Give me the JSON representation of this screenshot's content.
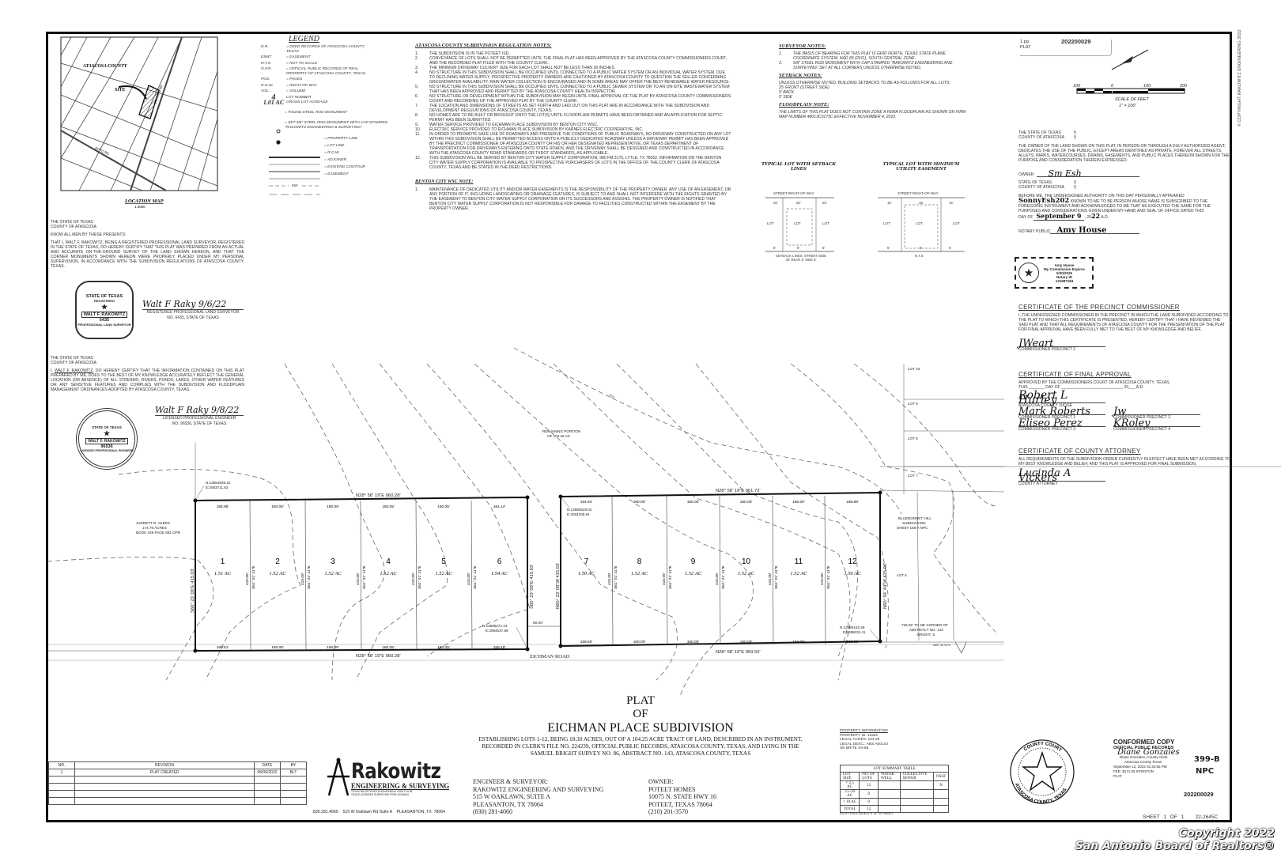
{
  "stamp_top": {
    "pages": "1 pg",
    "type": "PLAT",
    "number": "202200029"
  },
  "location_map": {
    "title": "LOCATION MAP",
    "scale": "1:2000",
    "county_label": "ATASCOSA COUNTY",
    "site_label": "SITE",
    "road_1": "EICHMAN RD",
    "road_2": "DITTO RD."
  },
  "legend": {
    "title": "LEGEND",
    "abbreviations": [
      {
        "abbr": "D.R.",
        "def": "= DEED RECORDS OF ATASCOSA COUNTY, TEXAS"
      },
      {
        "abbr": "ESMT",
        "def": "= EASEMENT"
      },
      {
        "abbr": "N.T.S.",
        "def": "= NOT TO SCALE"
      },
      {
        "abbr": "O.P.R.",
        "def": "= OFFICIAL PUBLIC RECORDS OF REAL PROPERTY OF ATASCOSA COUNTY, TEXAS"
      },
      {
        "abbr": "PGS.",
        "def": "= PAGES"
      },
      {
        "abbr": "R.O.W.",
        "def": "= RIGHT-OF-WAY"
      },
      {
        "abbr": "VOL.",
        "def": "= VOLUME"
      }
    ],
    "lot_number_sample": "4",
    "lot_number_def": "LOT NUMBER",
    "acreage_sample": "1.01 AC",
    "acreage_def": "GROSS LOT ACREAGE",
    "found_monument": "= FOUND STEEL ROD MONUMENT",
    "set_monument": "= SET 5/8\" STEEL ROD MONUMENT WITH CAP STAMPED \"RAKOWITZ ENGINEERING & SURVEYING\"",
    "lines": [
      "= PROPERTY LINE",
      "= LOT LINE",
      "= R.O.W.",
      "= ADJOINER",
      "= EXISTING CONTOUR",
      "= EASEMENT"
    ],
    "contour_sample": "650"
  },
  "regulation_notes": {
    "title": "ATASCOSA COUNTY SUBDIVISION REGULATION NOTES:",
    "items": [
      "THE SUBDIVISION IS IN THE POTEET ISD.",
      "CONVEYANCE OF LOTS SHALL NOT BE PERMITTED UNTIL THE FINAL PLAT HAS BEEN APPROVED BY THE ATASCOSA COUNTY COMMISSIONERS COURT, AND THE RECORDED PLAT FILED WITH THE COUNTY CLERK.",
      "THE MINIMUM DRIVEWAY CULVERT SIZE FOR EACH LOT SHALL NOT BE LESS THAN 18 INCHES.",
      "NO STRUCTURE IN THIS SUBDIVISION SHALL BE OCCUPIED UNTIL CONNECTED TO A PUBLIC WATER SYSTEM OR AN INDIVIDUAL WATER SYSTEM. DUE TO DECLINING WATER SUPPLY, PROSPECTIVE PROPERTY OWNERS ARE CAUTIONED BY ATASCOSA COUNTY TO QUESTION THE SELLER CONCERNING GROUNDWATER AVAILABILITY. RAIN WATER COLLECTION IS ENCOURAGED AND IN SOME AREAS MAY OFFER THE BEST RENEWABLE WATER RESOURCE.",
      "NO STRUCTURE IN THIS SUBDIVISION SHALL BE OCCUPIED UNTIL CONNECTED TO A PUBLIC SEWER SYSTEM OR TO AN ON-SITE WASTEWATER SYSTEM THAT HAS BEEN APPROVED AND PERMITTED BY THE ATASCOSA COUNTY HEALTH INSPECTOR.",
      "NO STRUCTURE OR DEVELOPMENT WITHIN THE SUBDIVISION MAY BEGIN UNTIL FINAL APPROVAL OF THE PLAT BY ATASCOSA COUNTY COMMISSIONERS COURT AND RECORDING OF THE APPROVED PLAT BY THE COUNTY CLERK.",
      "THE LOCATION AND DIMENSIONS OF STREETS AS SET FORTH AND LAID OUT ON THIS PLAT ARE IN ACCORDANCE WITH THE SUBDIVISION AND DEVELOPMENT REGULATIONS OF ATASCOSA COUNTY, TEXAS.",
      "NO HOMES ARE TO BE BUILT OR BROUGHT ONTO THE LOT(S) UNTIL FLOODPLAIN PERMITS HAVE BEEN OBTAINED AND AN APPLICATION FOR SEPTIC PERMIT HAS BEEN SUBMITTED.",
      "WATER SERVICE PROVIDED TO EICHMAN PLACE SUBDIVISION BY BENTON CITY WSC.",
      "ELECTRIC SERVICE PROVIDED TO EICHMAN PLACE SUBDIVISION BY KARNES ELECTRIC COOPERATIVE, INC.",
      "IN ORDER TO PROMOTE SAFE USE OF ROADWAYS AND PRESERVE THE CONDITIONS OF PUBLIC ROADWAYS, NO DRIVEWAY CONSTRUCTED ON ANY LOT WITHIN THIS SUBDIVISION SHALL BE PERMITTED ACCESS ONTO A PUBLICLY DEDICATED ROADWAY UNLESS A DRIVEWAY PERMIT HAS BEEN APPROVED BY THE PRECINCT COMMISSIONER OF ATASCOSA COUNTY OR HIS OR HER DESIGNATED REPRESENTATIVE, OR TEXAS DEPARTMENT OF TRANSPORTATION FOR DRIVEWAYS ENTERING ONTO STATE ROADS, AND THE DRIVEWAY SHALL BE DESIGNED AND CONSTRUCTED IN ACCORDANCE WITH THE ATASCOSA COUNTY ROAD STANDARDS OR TXDOT STANDARDS, AS APPLICABLE.",
      "THIS SUBDIVISION WILL BE SERVED BY BENTON CITY WATER SUPPLY CORPORATION, 980 FM 3175, LYTLE, TX 78052. INFORMATION ON THE BENTON CITY WATER SUPPLY CORPORATION IS AVAILABLE TO PROSPECTIVE PURCHASERS OF LOTS IN THE OFFICE OF THE COUNTY CLERK OF ATASCOSA COUNTY, TEXAS AND BE STATED IN THE DEED RESTRICTIONS."
    ]
  },
  "benton_notes": {
    "title": "BENTON CITY WSC NOTE:",
    "items": [
      "MAINTENANCE OF DEDICATED UTILITY AND/OR WATER EASEMENTS IS THE RESPONSIBILITY OF THE PROPERTY OWNER. ANY USE OF AN EASEMENT, OR ANY PORTION OF IT, INCLUDING LANDSCAPING OR DRAINAGE FEATURES, IS SUBJECT TO AND SHALL NOT INTERFERE WITH THE RIGHTS GRANTED BY THE EASEMENT TO BENTON CITY WATER SUPPLY CORPORATION OR ITS SUCCESSORS AND ASSIGNS. THE PROPERTY OWNER IS NOTIFIED THAT BENTON CITY WATER SUPPLY CORPORATION IS NOT RESPONSIBLE FOR DAMAGE TO FACILITIES CONSTRUCTED WITHIN THE EASEMENT BY THE PROPERTY OWNER."
    ]
  },
  "surveyor_notes": {
    "title": "SURVEYOR NOTES:",
    "items": [
      "THE BASIS OF BEARING FOR THIS PLAT IS GRID NORTH, TEXAS STATE PLANE COORDINATE SYSTEM, NAD 83 (2011), SOUTH CENTRAL ZONE.",
      "5/8\" STEEL ROD MONUMENT WITH CAP STAMPED \"RAKOWITZ ENGINEERING AND SURVEYING\" SET AT ALL CORNERS UNLESS OTHERWISE NOTED."
    ]
  },
  "setback_notes": {
    "title": "SETBACK NOTES:",
    "lines": [
      "UNLESS OTHERWISE NOTED, BUILDING SETBACKS TO BE AS FOLLOWS FOR ALL LOTS:",
      "25' FRONT (STREET SIDE)",
      "5' BACK",
      "5' SIDE"
    ]
  },
  "floodplain_note": {
    "title": "FLOODPLAIN NOTE:",
    "text": "THE LIMITS OF THIS PLAT DOES NOT CONTAIN ZONE A FEMA FLOODPLAIN AS SHOWN ON FIRM MAP NUMBER 48013C0175C EFFECTIVE NOVEMBER 4, 2010."
  },
  "typical_lots": [
    {
      "title": "TYPICAL LOT WITH SETBACK LINES",
      "street": "STREET RIGHT-OF-WAY",
      "dims": [
        "25'",
        "25'",
        "25'"
      ],
      "back": [
        "5'",
        "5'",
        "5'"
      ],
      "lot": "LOT",
      "caption": "SETBACK LINES: STREET SIDE 25' REAR 5' SIDE 5'"
    },
    {
      "title": "TYPICAL LOT WITH MINIMUM UTILITY EASEMENT",
      "street": "STREET RIGHT-OF-WAY",
      "dims": [
        "15'",
        "15'",
        "15'"
      ],
      "back": [
        "5'",
        "5'",
        "5'"
      ],
      "lot": "LOT",
      "caption": "N.T.S."
    }
  ],
  "scale_bar": {
    "ticks": [
      "100",
      "0",
      "100",
      "200"
    ],
    "label": "SCALE OF FEET",
    "ratio": "1\" = 100'"
  },
  "dedication": {
    "state": "THE STATE OF TEXAS",
    "county": "COUNTY OF ATASCOSA",
    "section": "§",
    "text": "THE OWNER OF THE LAND SHOWN ON THIS PLAT, IN PERSON OR THROUGH A DULY AUTHORIZED AGENT, DEDICATES THE USE OF THE PUBLIC, EXCEPT AREAS IDENTIFIED AS PRIVATE, FOREVER ALL STREETS, ALLEYS, PARKS, WATERCOURSES, DRAINS, EASEMENTS, AND PUBLIC PLACES THEREON SHOWN FOR THE PURPOSE AND CONSIDERATION THEREIN EXPRESSED.",
    "owner_label": "OWNER",
    "owner_signature": "Sm Esh"
  },
  "notary": {
    "state": "STATE OF TEXAS",
    "county": "COUNTY OF ATASCOSA",
    "text_1": "BEFORE ME, THE UNDERSIGNED AUTHORITY ON THIS DAY PERSONALLY APPEARED",
    "name_handwritten": "SonnyEsh202",
    "text_2": "KNOWN TO ME TO BE PERSON WHOSE NAME IS SUBSCRIBED TO THE FOREGOING INSTRUMENT AND ACKNOWLEDGED TO ME THAT HE EXECUTED THE SAME FOR THE PURPOSES AND CONSIDERATIONS GIVEN UNDER MY HAND AND SEAL OF OFFICE DATED THIS",
    "day_label": "DAY OF",
    "month_handwritten": "September 9",
    "year_prefix": "20",
    "year_handwritten": "22",
    "ad": "A.D.",
    "notary_label": "NOTARY PUBLIC",
    "notary_signature": "Amy House",
    "stamp": {
      "name": "Amy House",
      "line_1": "My Commission Expires",
      "line_2": "5/30/2026",
      "line_3": "Notary ID",
      "line_4": "131587184"
    }
  },
  "cert_precinct": {
    "title": "CERTIFICATE OF THE PRECINCT COMMISSIONER",
    "text": "I, THE UNDERSIGNED COMMISSIONER IN THE PRECINCT IN WHICH THE LAND SUBDIVIDED ACCORDING TO THE PLAT TO WHICH THIS CERTIFICATE IS PRESENTED, HEREBY CERTIFY THAT I HAVE REVIEWED THE SAID PLAT AND THAT ALL REQUIREMENTS OF ATASCOSA COUNTY FOR THE PRESENTATION OF THE PLAT FOR FINAL APPROVAL HAVE BEEN FULLY MET TO THE BEST OF MY KNOWLEDGE AND BELIEF.",
    "signature": "JWeart",
    "sign_label": "COMMISSIONER PRECINCT 2"
  },
  "cert_final": {
    "title": "CERTIFICATE OF FINAL APPROVAL",
    "text_1": "APPROVED BY THE COMMISSIONERS COURT OF ATASCOSA COUNTY, TEXAS,",
    "text_2": "THIS _______ DAY OF ___________________________, 20___ A.D.",
    "signers": [
      {
        "label": "ATASCOSA COUNTY JUDGE",
        "signature": "Robert L Hurley"
      },
      {
        "label": "COMMISSIONER PRECINCT 1",
        "signature": "Mark Roberts"
      },
      {
        "label": "COMMISSIONER PRECINCT 2",
        "signature": "Jw"
      },
      {
        "label": "COMMISSIONER PRECINCT 3",
        "signature": "Eliseo Perez"
      },
      {
        "label": "COMMISSIONER PRECINCT 4",
        "signature": "KRoley"
      }
    ]
  },
  "cert_attorney": {
    "title": "CERTIFICATE OF COUNTY ATTORNEY",
    "text": "ALL REQUIREMENTS OF THE SUBDIVISION ORDER CURRENTLY IN EFFECT HAVE BEEN MET ACCORDING TO MY BEST KNOWLEDGE AND BELIEF, AND THIS PLAT IS APPROVED FOR FINAL SUBMISSION.",
    "signature": "Lucinda A Vickers",
    "sign_label": "COUNTY ATTORNEY"
  },
  "surveyor_cert": {
    "state": "THE STATE OF TEXAS",
    "county": "COUNTY OF ATASCOSA",
    "know": "KNOW ALL MEN BY THESE PRESENTS:",
    "text": "THAT I, WALT F. RAKOWITZ, BEING A REGISTERED PROFESSIONAL LAND SURVEYOR, REGISTERED IN THE STATE OF TEXAS, DO HEREBY CERTIFY THAT THIS PLAT WAS PREPARED FROM AN ACTUAL AND ACCURATE ON-THE-GROUND SURVEY OF THE LAND SHOWN HEREON, AND THAT THE CORNER MONUMENTS SHOWN HEREON WERE PROPERLY PLACED UNDER MY PERSONAL SUPERVISION, IN ACCORDANCE WITH THE SUBDIVISION REGULATIONS OF ATASCOSA COUNTY, TEXAS.",
    "signature": "Walt F Raky 9/6/22",
    "sign_1": "REGISTERED PROFESSIONAL LAND SURVEYOR",
    "sign_2": "NO. 6435, STATE OF TEXAS",
    "seal": {
      "top": "STATE OF TEXAS",
      "reg": "REGISTERED",
      "name": "WALT F. RAKOWITZ",
      "num": "6435",
      "bottom": "PROFESSIONAL LAND SURVEYOR"
    }
  },
  "engineer_cert": {
    "state": "THE STATE OF TEXAS",
    "county": "COUNTY OF ATASCOSA",
    "name": "WALT F. RAKOWITZ",
    "text": ", DO HEREBY CERTIFY THAT THE INFORMATION CONTAINED ON THIS PLAT PREPARED BY ME, DOES TO THE BEST OF MY KNOWLEDGE ACCURATELY REFLECT THE GENERAL LOCATION (OR ABSENCE) OF ALL STREAMS, RIVERS, PONDS, LAKES, OTHER WATER FEATURES OR ANY SENSITIVE FEATURES AND COMPLIES WITH THE SUBDIVISION AND FLOODPLAIN MANAGEMENT ORDINANCES ADOPTED BY ATASCOSA COUNTY, TEXAS.",
    "prefix": "I,",
    "signature": "Walt F Raky 9/8/22",
    "sign_1": "LICENSED PROFESSIONAL ENGINEER",
    "sign_2": "NO. 96536, STATE OF TEXAS",
    "seal": {
      "top": "STATE OF TEXAS",
      "name": "WALT F. RAKOWITZ",
      "num": "96536",
      "bottom": "LICENSED PROFESSIONAL ENGINEER"
    }
  },
  "plat": {
    "lots": [
      {
        "number": "1",
        "acres": "1.51 AC",
        "front": "155.95'",
        "back": "160.61'"
      },
      {
        "number": "2",
        "acres": "1.52 AC",
        "front": "160.05'",
        "back": "160.05'"
      },
      {
        "number": "3",
        "acres": "1.52 AC",
        "front": "160.05'",
        "back": "160.05'"
      },
      {
        "number": "4",
        "acres": "1.52 AC",
        "front": "160.05'",
        "back": "160.05'"
      },
      {
        "number": "5",
        "acres": "1.52 AC",
        "front": "160.05'",
        "back": "160.05'"
      },
      {
        "number": "6",
        "acres": "1.54 AC",
        "front": "164.14'",
        "back": "159.49'"
      },
      {
        "number": "7",
        "acres": "1.50 AC",
        "front": "154.84'",
        "back": "159.50'"
      },
      {
        "number": "8",
        "acres": "1.52 AC",
        "front": "160.00'",
        "back": "160.00'"
      },
      {
        "number": "9",
        "acres": "1.52 AC",
        "front": "160.00'",
        "back": "160.00'"
      },
      {
        "number": "10",
        "acres": "1.52 AC",
        "front": "160.00'",
        "back": "160.00'"
      },
      {
        "number": "11",
        "acres": "1.52 AC",
        "front": "160.00'",
        "back": "160.00'"
      },
      {
        "number": "12",
        "acres": "1.56 AC",
        "front": "166.88'",
        "back": "160.00'"
      }
    ],
    "lot_line_depth": "415.00'",
    "lot_line_bearing": "S61° 01' 41\"E",
    "block1_top": "N28° 58' 19\"E   960.28'",
    "block1_bottom": "N28° 58' 19\"E   960.28'",
    "block1_left": "S60° 23' 08\"E   415.03'",
    "block1_right": "S60° 23' 08\"E   415.03'",
    "block2_top": "N28° 58' 19\"E   961.72'",
    "block2_bottom": "N28° 58' 19\"E   959.50'",
    "block2_left": "N60° 23' 08\"W   415.03'",
    "block2_right": "N60° 04' 44\"W   415.06'",
    "road_width": "60.00'",
    "coords": [
      {
        "n": "N:13584636.42",
        "e": "E:2083711.63"
      },
      {
        "n": "N:13585271.44",
        "e": "E:2084537.58"
      },
      {
        "n": "N:13585529.02",
        "e": "E:2084205.84"
      },
      {
        "n": "N:13586163.36",
        "e": "E:2085031.41"
      }
    ],
    "adjoiner_west": [
      "JARRETT R. AKERS",
      "174.76 ACRES",
      "BOOK 249 PAGE 691 OPR"
    ],
    "remaining": [
      "REMAINING PORTION",
      "OF 104.25 AC"
    ],
    "road_name": "EICHMAN ROAD",
    "adjoiner_east": [
      "BLUEBONNET HILL",
      "SUBDIVISION",
      "SHEET 188-A NPC"
    ],
    "adjacent_lots": [
      "LOT 10",
      "LOT 9",
      "LOT 8",
      "LOT 7",
      "LOT 6"
    ],
    "tie": [
      "736.92' TO NE CORNER OF",
      "ABSTRACT NO. 143",
      "BRIGHT, S"
    ],
    "tie_bearing": "N28° 46' 00\"E",
    "contour_label": "550"
  },
  "title_block": {
    "line_1": "PLAT",
    "line_2": "OF",
    "line_3": "EICHMAN PLACE SUBDIVISION",
    "description": "ESTABLISHING LOTS 1-12, BEING 18.30 ACRES, OUT OF A 104.25 ACRE TRACT OF LAND, DESCRIBED IN AN INSTRUMENT, RECORDED IN CLERK'S FILE NO. 224239, OFFICIAL PUBLIC RECORDS, ATASCOSA COUNTY, TEXAS, AND LYING IN THE SAMUEL BRIGHT SURVEY NO. 86, ABSTRACT NO. 143, ATASCOSA COUNTY, TEXAS",
    "engineer": [
      "ENGINEER & SURVEYOR:",
      "RAKOWITZ ENGINEERING AND SURVEYING",
      "515 W OAKLAWN, SUITE A",
      "PLEASANTON, TX 78064",
      "(830) 281-4060"
    ],
    "owner": [
      "OWNER:",
      "POTEET HOMES",
      "10075 N. STATE HWY 16",
      "POTEET, TEXAS 78064",
      "(210) 201-3570"
    ]
  },
  "logo": {
    "name": "Rakowitz",
    "sub": "ENGINEERING & SURVEYING",
    "firm_1": "TEXAS REGISTERED ENGINEERING FIRM F-9155",
    "firm_2": "TEXAS LICENSED SURVEYING FIRM 10194510",
    "contact": "830.281.4060    515 W Oaklawn Rd Suite A    PLEASANTON, TX  78064"
  },
  "revisions": {
    "headers": [
      "NO.",
      "REVISION",
      "DATE",
      "BY"
    ],
    "rows": [
      [
        "1",
        "PLAT CREATED",
        "06/06/2022",
        "BLT"
      ],
      [
        "",
        "",
        "",
        ""
      ],
      [
        "",
        "",
        "",
        ""
      ],
      [
        "",
        "",
        "",
        ""
      ],
      [
        "",
        "",
        "",
        ""
      ]
    ]
  },
  "property_info": [
    "PROPERTY INFORMATION",
    "PROPERTY ID: 11592",
    "LEGAL ACRES: 104.29",
    "LEGAL DESC.: ABS A00143",
    "SE BRITE SV-86"
  ],
  "lot_summary": {
    "title": "LOT SUMMARY TABLE",
    "headers": [
      "LOT SIZE",
      "NO. OF LOTS",
      "WATER WELL",
      "COLLECTIVE SEWER",
      "OSSF"
    ],
    "rows": [
      [
        "< 2.5 AC",
        "12",
        "",
        "",
        "X"
      ],
      [
        "2.5-10 AC",
        "0",
        "",
        "",
        ""
      ],
      [
        "> 10 AC",
        "0",
        "",
        "",
        ""
      ],
      [
        "TOTAL",
        "12",
        "",
        "",
        ""
      ]
    ],
    "note": "PLAT INCLUDES 0 LF STREET"
  },
  "county_seal": {
    "top": "COUNTY COURT",
    "bottom": "ATASCOSA COUNTY, TEXAS"
  },
  "conformed": {
    "title": "CONFORMED COPY",
    "subtitle": "OFFICIAL PUBLIC RECORDS",
    "signature": "Diane Gonzales",
    "clerk": "Diane Gonzales, County Clerk",
    "county": "Atascosa County Texas",
    "datetime": "September 12, 2022 02:40:55 PM",
    "fee": "FEE: $171.00   KPONTON",
    "type": "PLAT",
    "number": "202200029",
    "handwritten_1": "399-B",
    "handwritten_2": "NPC"
  },
  "sheet": {
    "text": "SHEET 1 OF 1",
    "job": "22-2645C"
  },
  "side_copyright": "© COPYRIGHT RAKOWITZ ENGINEERING 2022",
  "watermark": [
    "Copyright 2022",
    "San Antonio Board of Realtors®"
  ]
}
